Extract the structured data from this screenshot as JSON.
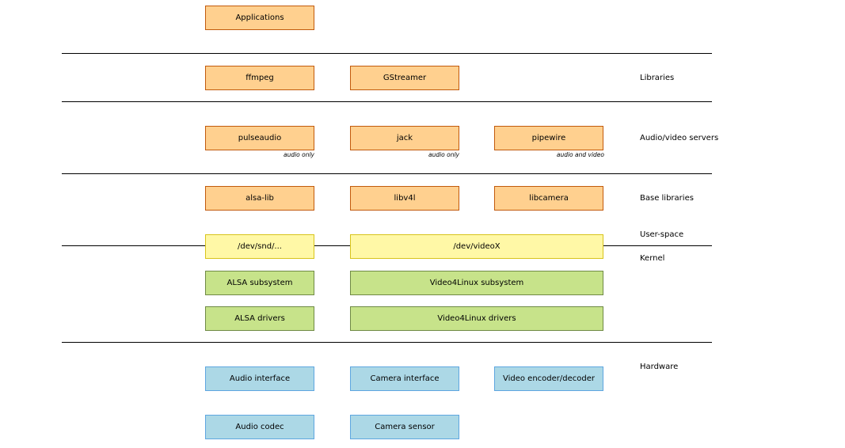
{
  "colors": {
    "userspace_fill": "#ffd08f",
    "userspace_border": "#c25a0c",
    "device_fill": "#fff8a6",
    "device_border": "#d8c41c",
    "kernel_fill": "#c7e38a",
    "kernel_border": "#6f8a45",
    "hardware_fill": "#acd8e6",
    "hardware_border": "#5ea6e0"
  },
  "layers": {
    "libraries": "Libraries",
    "servers": "Audio/video servers",
    "base": "Base libraries",
    "userspace": "User-space",
    "kernel": "Kernel",
    "hardware": "Hardware"
  },
  "boxes": {
    "applications": "Applications",
    "ffmpeg": "ffmpeg",
    "gstreamer": "GStreamer",
    "pulseaudio": "pulseaudio",
    "jack": "jack",
    "pipewire": "pipewire",
    "alsa_lib": "alsa-lib",
    "libv4l": "libv4l",
    "libcamera": "libcamera",
    "dev_snd": "/dev/snd/...",
    "dev_video": "/dev/videoX",
    "alsa_subsystem": "ALSA subsystem",
    "v4l_subsystem": "Video4Linux subsystem",
    "alsa_drivers": "ALSA drivers",
    "v4l_drivers": "Video4Linux drivers",
    "audio_interface": "Audio interface",
    "camera_interface": "Camera interface",
    "video_codec": "Video encoder/decoder",
    "audio_codec": "Audio codec",
    "camera_sensor": "Camera sensor"
  },
  "notes": {
    "pulseaudio": "audio only",
    "jack": "audio only",
    "pipewire": "audio and video"
  }
}
